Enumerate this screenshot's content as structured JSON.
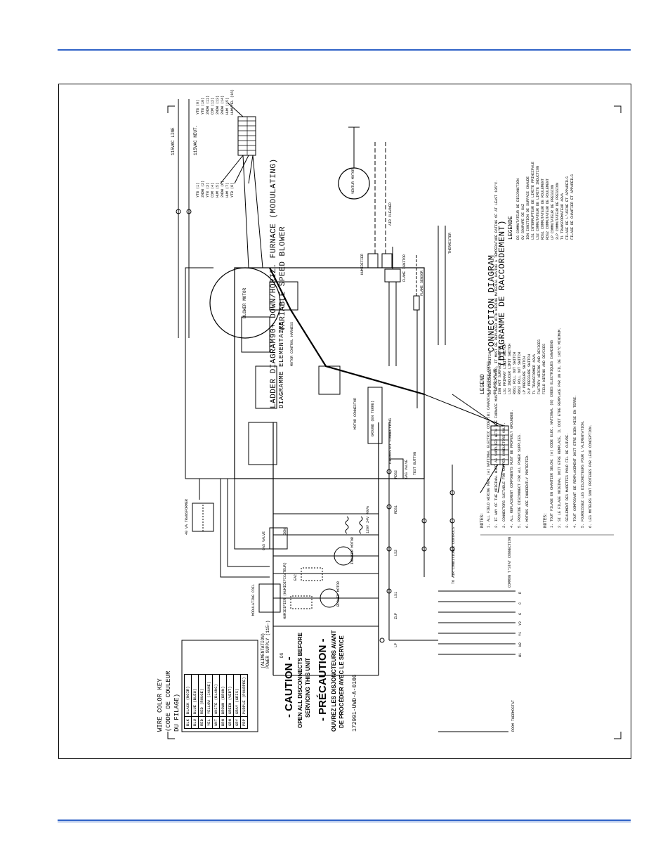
{
  "diagram": {
    "titles": {
      "wire_key_1": "WIRE COLOR KEY",
      "wire_key_2": "(CODE DE COULEUR",
      "wire_key_3": "DU FILAGE)",
      "ladder_1": "LADDER DIAGRAM",
      "ladder_2": "DIAGRAMME ELEMENTAIRE",
      "furnace_1": "90+ DOWN/HORIZ. FURNACE (MODULATING)",
      "furnace_2": "VARIABLE SPEED BLOWER",
      "connection_1": "CONNECTION DIAGRAM",
      "connection_2": "(DIAGRAMME DE RACCORDEMENT)",
      "part_number": "172991-UWD-A-0106"
    },
    "wire_colors": [
      {
        "code": "BLK",
        "name": "BLACK (NOIR)"
      },
      {
        "code": "BLU",
        "name": "BLUE (BLEU)"
      },
      {
        "code": "RED",
        "name": "RED (ROUGE)"
      },
      {
        "code": "YEL",
        "name": "YELLOW (JAUNE)"
      },
      {
        "code": "WHT",
        "name": "WHITE (BLANC)"
      },
      {
        "code": "BRN",
        "name": "BROWN (BRUN)"
      },
      {
        "code": "GRN",
        "name": "GREEN (VERT)"
      },
      {
        "code": "GRY",
        "name": "GRAY (GRIS)"
      },
      {
        "code": "PRP",
        "name": "PURPLE (POURPRE)"
      }
    ],
    "caution": {
      "en_title": "- CAUTION -",
      "en_line1": "OPEN ALL DISCONNECTS BEFORE",
      "en_line2": "SERVICING THIS UNIT",
      "fr_title": "- PRÉCAUTION -",
      "fr_line1": "OUVREZ LES DISJONCTEURS AVANT",
      "fr_line2": "DE PROCÉDER AVEC LE SERVICE"
    },
    "ladder_labels": {
      "power_supply": "POWER SUPPLY (115-)",
      "alimentation": "(ALIMENTATION)",
      "ds": "DS",
      "blower_motor": "BLOWER MOTOR",
      "inducer_motor": "INDUCER MOTOR",
      "eac": "EAC",
      "humidifier": "HUMIDIFIER (HUMIDIFICATEUR)",
      "ign": "IGN",
      "transformer": "120V 24V 40VA",
      "lp": "LP",
      "ls1": "LS1",
      "ls2": "LS2",
      "rds1": "RDS1",
      "rds2": "RDS2",
      "zlp": "ZLP",
      "gas_valve": "GAS VALVE",
      "ground": "GROUND (EN TERRE)",
      "to_ac": "TO AIR CONDITIONER CONTROLS",
      "room_thermostat": "ROOM THERMOSTAT",
      "common_tstat": "COMMON T'STAT CONNECTION",
      "terminals": [
        "W1",
        "W2",
        "Y1",
        "Y2",
        "G",
        "C",
        "R"
      ]
    },
    "connection_labels": {
      "line_115": "115VAC LINE",
      "neutral_115": "115VAC NEUT.",
      "blower_motor": "BLOWER MOTOR",
      "inducer_motor": "VENTUR MOTOR",
      "air_cleaner": "AIR CLEANER",
      "humidifier": "HUMIDIFIER",
      "flame_ignitor": "FLAME IGNITOR",
      "flame_sensor": "FLAME SENSOR",
      "thermistor": "THERMISTER",
      "transformer": "40 VA TRANSFORMER",
      "motor_harness": "MOTOR CONTROL HARNESS",
      "motor_connector": "MOTOR CONNECTOR",
      "thermostat_connections": "THERMOSTAT CONNECTIONS",
      "test_button": "TEST BUTTON",
      "modulating_coil": "MODULATING COIL",
      "gas_valve": "GAS VALVE",
      "blower_pins_left": [
        "YTB (1)",
        "2NDW (2)",
        "YTB (3)",
        "COM (4)",
        "HUM (5)",
        "2NDW (6)",
        "HUM (7)",
        "YTB (8)"
      ],
      "blower_pins_right": [
        "YTB (9)",
        "YTB (10)",
        "2NDW (11)",
        "COM (12)",
        "2NDW (13)",
        "2NDW (14)",
        "HUM (15)",
        "HUM/YEL (16)"
      ]
    },
    "notes": {
      "heading": "NOTES:",
      "items": [
        "1. ALL FIELD WIRING PER: (A) NATIONAL ELECTRIC CODE (B) CANADIAN ELECTRIC CODES",
        "2. IF ANY OF THE ORIGINAL WIRE AS SUPPLIED WITH THE FURNACE MUST BE REPLACED, IT MUST BE REPLACED WITH WIRING MATERIAL HAVING A TEMPERATURE RATING OF AT LEAST 105°C.",
        "3. CONNECTORS SUITABLE FOR COPPER CONDUCTORS ONLY.",
        "4. ALL REPLACEMENT COMPONENTS MUST BE PROPERLY GROUNDED.",
        "5. PROVIDE DISCONNECT FOR ALL POWER SUPPLIES.",
        "6. MOTORS ARE INHERENTLY PROTECTED."
      ],
      "fr_heading": "NOTES:",
      "fr_items": [
        "1. TOUT FILAGE EN CHANTIER SELON: (A) CODE ELEC. NATIONAL (B) CODES ELECTRIQUES CANADIENS",
        "2. SI LE FILAGE ORIGINAL DOIT ETRE REMPLACE, IL DOIT ETRE REMPLACE PAR UN FIL DE 105°C MINIMUM.",
        "3. SEULEMENT DES MARETTES POUR FIL DE CUIVRE.",
        "4. TOUT COMPOSANT DE REMPLACEMENT DOIT ETRE BIEN MISE EN TERRE.",
        "5. FOURNISSEZ LES DISJONCTEURS POUR L'ALIMENTATION.",
        "6. LES MOTEURS SONT PROTEGES PAR LEUR CONCEPTION."
      ]
    },
    "legend": {
      "heading": "LEGEND",
      "items": [
        "DS DISCONNECT SWITCH",
        "GV GAS VALVE",
        "IGN HOT SURFACE IGNITOR",
        "LS1 PRIMARY LIMIT SWITCH",
        "LS2 INDUCER LIMIT SWITCH",
        "RDS1 ROLL OUT SWITCH",
        "RDS2 ROLL OUT SWITCH",
        "LP PRESSURE SWITCH",
        "2LP PRESSURE SWITCH",
        "T1 TRANSFORMER 40VA",
        "FACTORY WIRING AND DEVICES",
        "FIELD WIRING AND DEVICES"
      ],
      "fr_heading": "LEGENDE",
      "fr_items": [
        "DS COMMUTATEUR DE DISJONCTION",
        "GV SOUPAPE DE GAZ",
        "IGN IGNITION DE SURFACE CHAUDE",
        "LS1 INTERRUPTEUR DE LIMITE PRINCIPALE",
        "LS2 COMMUTATEUR DE LIMITE INDUCTION",
        "RDS1 COMMUTATEUR DE ROULEMENT",
        "RDS2 COMMUTATEUR DE ROULEMENT",
        "LP COMMUTATEUR DE PRESSION",
        "2LP COMMUTATEUR DE PRESSION",
        "T1 TRANSFORMATEUR 40VA",
        "FILAGE DE L'USINE ET APPAREILS",
        "FILAGE DE CHANTIER ET APPAREILS"
      ]
    }
  },
  "colors": {
    "accent_rule": "#2f62c7",
    "ink": "#000000",
    "paper": "#ffffff"
  }
}
